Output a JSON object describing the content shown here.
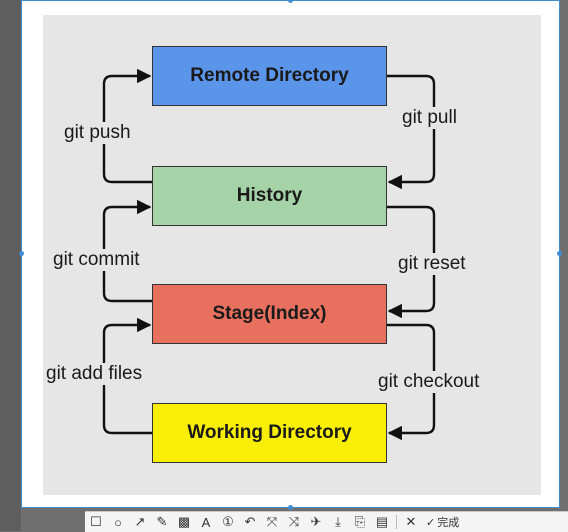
{
  "diagram": {
    "boxes": {
      "remote": {
        "label": "Remote Directory",
        "color": "#5b95ea"
      },
      "history": {
        "label": "History",
        "color": "#a5d2a6"
      },
      "stage": {
        "label": "Stage(Index)",
        "color": "#e8705e"
      },
      "working": {
        "label": "Working Directory",
        "color": "#f9ef06"
      }
    },
    "edges": {
      "push": "git push",
      "pull": "git pull",
      "commit": "git commit",
      "reset": "git reset",
      "add": "git add files",
      "checkout": "git checkout"
    }
  },
  "toolbar": {
    "tools": [
      {
        "name": "rectangle-icon",
        "glyph": "☐"
      },
      {
        "name": "ellipse-icon",
        "glyph": "○"
      },
      {
        "name": "arrow-icon",
        "glyph": "↗"
      },
      {
        "name": "pen-icon",
        "glyph": "✎"
      },
      {
        "name": "mosaic-icon",
        "glyph": "▩"
      },
      {
        "name": "text-icon",
        "glyph": "A"
      },
      {
        "name": "number-icon",
        "glyph": "①"
      },
      {
        "name": "undo-icon",
        "glyph": "↶"
      },
      {
        "name": "pin-icon",
        "glyph": "⤧"
      },
      {
        "name": "share-icon",
        "glyph": "⤨"
      },
      {
        "name": "sticky-icon",
        "glyph": "✈"
      },
      {
        "name": "download-icon",
        "glyph": "⤓"
      },
      {
        "name": "copy-icon",
        "glyph": "⎘"
      },
      {
        "name": "save-icon",
        "glyph": "▤"
      }
    ],
    "close_glyph": "✕",
    "done_glyph": "✓",
    "done_label": "完成"
  }
}
